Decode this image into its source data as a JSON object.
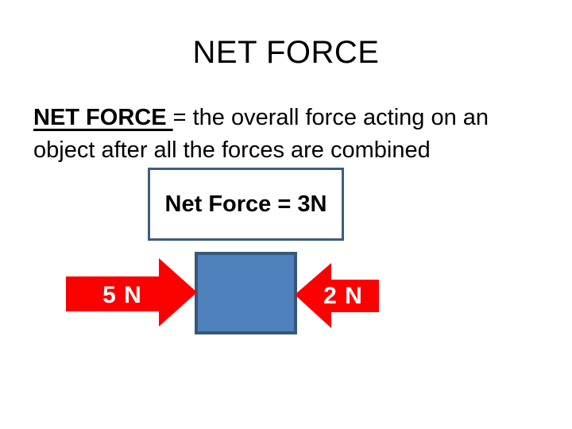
{
  "slide": {
    "title": "NET FORCE",
    "definition": {
      "term": "NET FORCE ",
      "line1": "= the overall force acting on an",
      "line2": "object after all the forces are combined"
    },
    "result_box": {
      "label": "Net Force = 3N"
    },
    "diagram": {
      "left_force_label": "5 N",
      "right_force_label": "2 N",
      "colors": {
        "arrow_red": "#fa0000",
        "object_fill": "#4f81bd",
        "object_border": "#36587a",
        "result_border": "#3e5c7e",
        "force_label_text": "#ffffff"
      }
    }
  }
}
